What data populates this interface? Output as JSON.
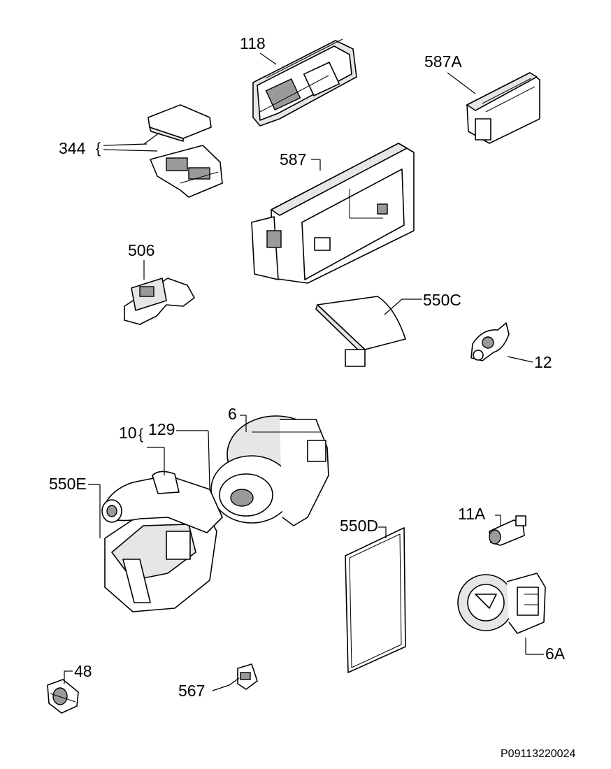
{
  "labels": {
    "p118": "118",
    "p587a": "587A",
    "p344": "344",
    "p587": "587",
    "p506": "506",
    "p550c": "550C",
    "p12": "12",
    "p6": "6",
    "p10": "10",
    "p129": "129",
    "p550e": "550E",
    "p11a": "11A",
    "p550d": "550D",
    "p6a": "6A",
    "p48": "48",
    "p567": "567"
  },
  "reference_code": "P09113220024"
}
